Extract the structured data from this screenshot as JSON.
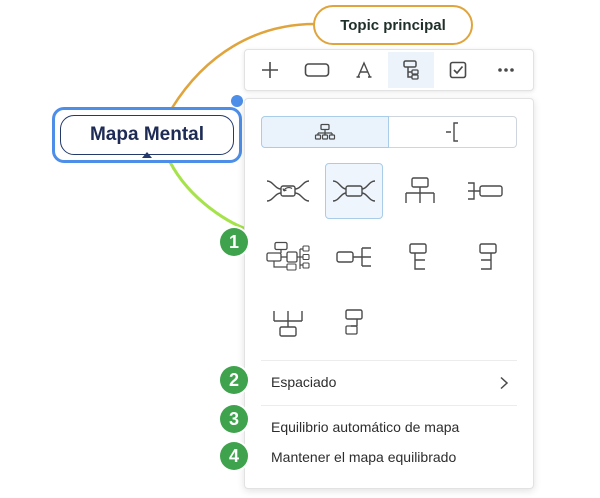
{
  "topic_label": "Topic principal",
  "central_label": "Mapa Mental",
  "toolbar": {
    "buttons": [
      {
        "icon": "plus-icon"
      },
      {
        "icon": "rectangle-icon"
      },
      {
        "icon": "text-a-icon"
      },
      {
        "icon": "structure-icon",
        "active": true
      },
      {
        "icon": "checkbox-icon"
      },
      {
        "icon": "more-icon"
      }
    ]
  },
  "panel": {
    "segments": [
      {
        "icon": "org-chart-icon",
        "selected": true
      },
      {
        "icon": "bracket-icon",
        "selected": false
      }
    ],
    "layouts": [
      "mind-map-clockwise-icon",
      "mind-map-icon",
      "org-chart-down-icon",
      "right-map-icon",
      "logic-chart-icon",
      "left-tree-icon",
      "tree-right-icon",
      "tree-left-icon",
      "org-chart-up-icon",
      "list-icon"
    ],
    "selected_layout": "mind-map-icon",
    "spacing_label": "Espaciado",
    "auto_balance_label": "Equilibrio automático de mapa",
    "keep_balanced_label": "Mantener el mapa equilibrado"
  },
  "badges": [
    "1",
    "2",
    "3",
    "4"
  ],
  "colors": {
    "accent": "#4d8ee8",
    "topic_branch": "#e0a43c",
    "green_branch": "#a6e34a",
    "badge": "#3fa34d",
    "icon": "#4a4a4a"
  }
}
